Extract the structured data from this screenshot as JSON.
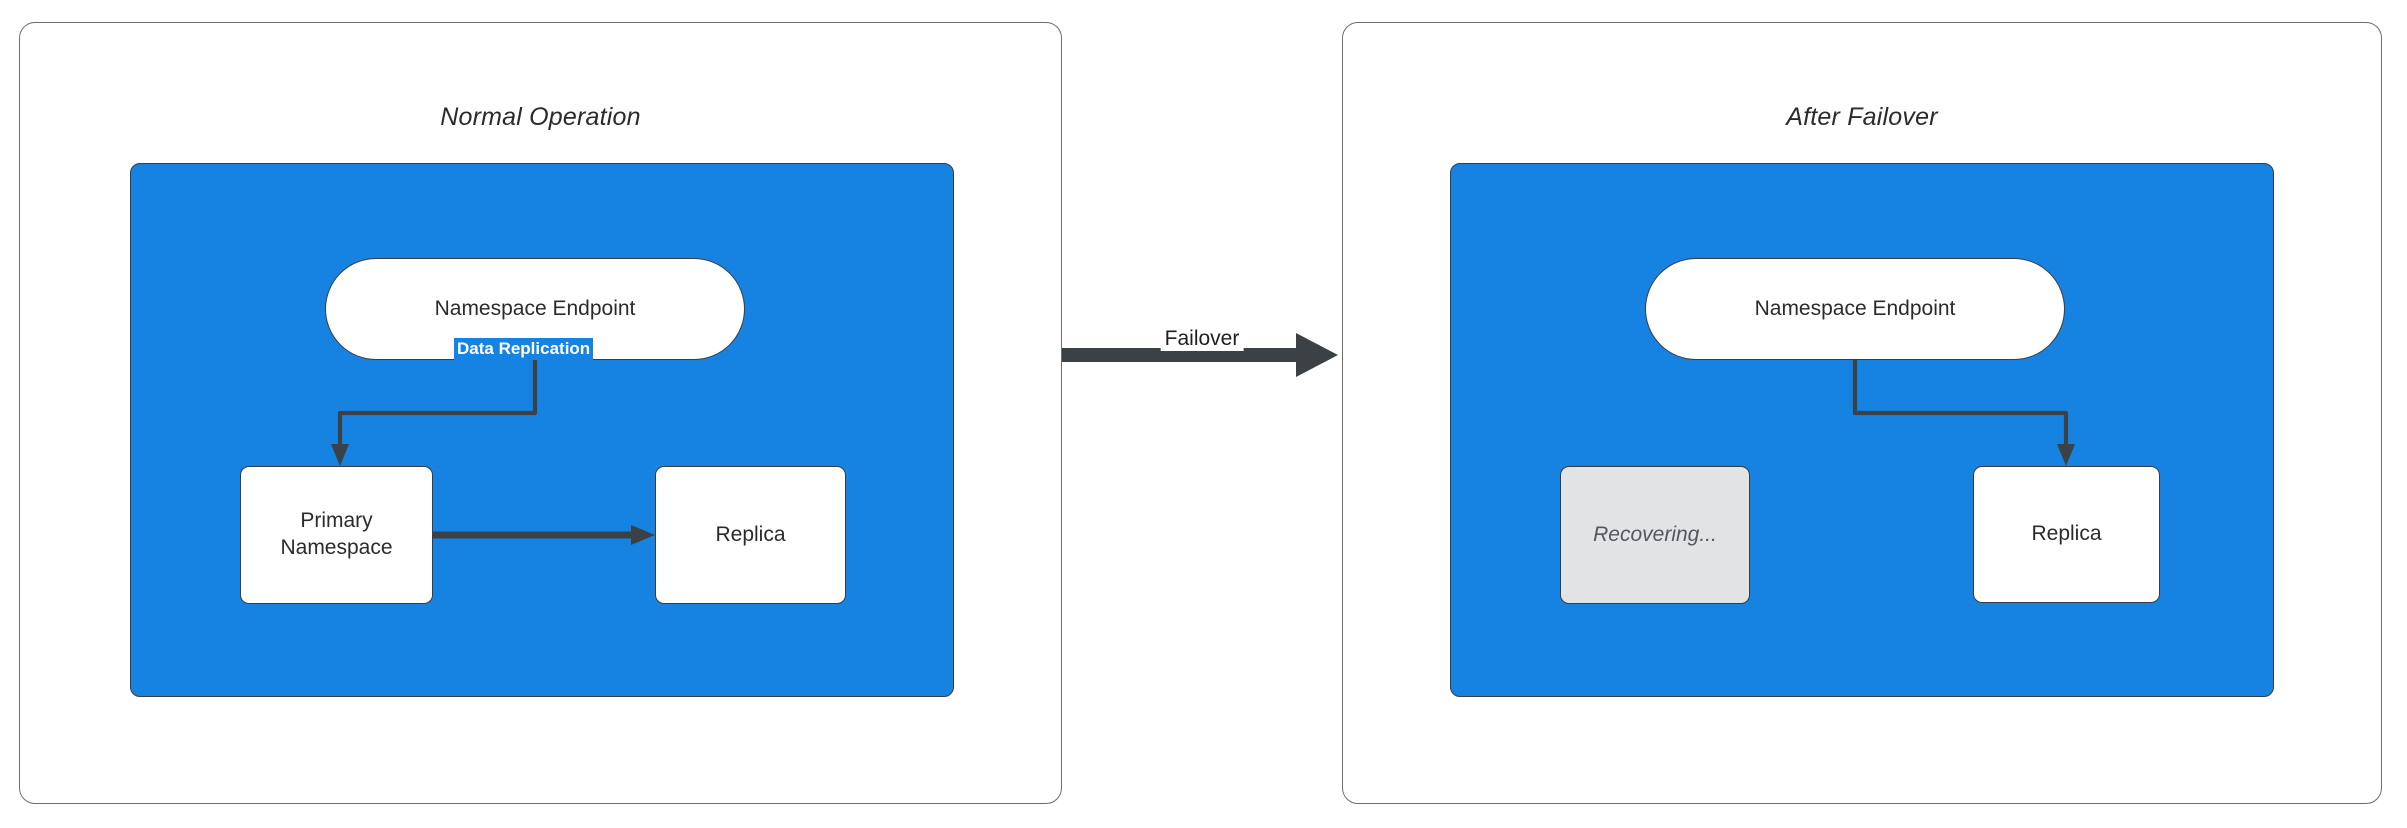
{
  "diagram": {
    "title_left": "Normal Operation",
    "title_right": "After Failover",
    "colors": {
      "group_fill": "#1683e2",
      "node_fill": "#ffffff",
      "dim_node_fill": "#e2e3e5",
      "stroke": "#3c4146",
      "panel_border": "#6e6e6e",
      "label_on_blue": "#ffffff"
    }
  },
  "panels": [
    {
      "id": "normal-operation",
      "title": "Normal Operation",
      "nodes": [
        {
          "id": "endpoint",
          "label": "Namespace Endpoint",
          "shape": "pill",
          "state": "active"
        },
        {
          "id": "primary",
          "label": "Primary\nNamespace",
          "line1": "Primary",
          "line2": "Namespace",
          "shape": "rect",
          "state": "active"
        },
        {
          "id": "replica",
          "label": "Replica",
          "shape": "rect",
          "state": "active"
        }
      ],
      "edges": [
        {
          "from": "endpoint",
          "to": "primary",
          "label": ""
        },
        {
          "from": "primary",
          "to": "replica",
          "label": "Data Replication"
        }
      ]
    },
    {
      "id": "after-failover",
      "title": "After Failover",
      "nodes": [
        {
          "id": "endpoint",
          "label": "Namespace Endpoint",
          "shape": "pill",
          "state": "active"
        },
        {
          "id": "recovering",
          "label": "Recovering...",
          "shape": "rect",
          "state": "dimmed"
        },
        {
          "id": "replica",
          "label": "Replica",
          "shape": "rect",
          "state": "active"
        }
      ],
      "edges": [
        {
          "from": "endpoint",
          "to": "replica",
          "label": ""
        }
      ]
    }
  ],
  "transition": {
    "label": "Failover",
    "from_panel": "normal-operation",
    "to_panel": "after-failover"
  }
}
